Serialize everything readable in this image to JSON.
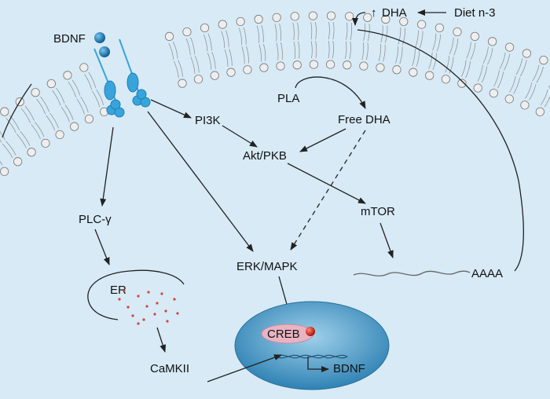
{
  "labels": {
    "bdnf_ligand": "BDNF",
    "dha_up_arrow": "↑",
    "dha": "DHA",
    "diet": "Diet n-3",
    "pla": "PLA",
    "free_dha": "Free DHA",
    "pi3k": "PI3K",
    "akt_pkb": "Akt/PKB",
    "mtor": "mTOR",
    "plc": "PLC-γ",
    "erk_mapk": "ERK/MAPK",
    "er": "ER",
    "aaaa": "AAAA",
    "creb": "CREB",
    "bdnf_gene": "BDNF",
    "camkii": "CaMKII"
  },
  "colors": {
    "background": "#d7eaf6",
    "membrane_head": "#eeeeee",
    "receptor": "#39a4dc",
    "ligand": "#1a6fa8",
    "nucleus": "#4a9cc7",
    "creb": "#e8b4c4",
    "ca_dots": "#d0453a"
  }
}
